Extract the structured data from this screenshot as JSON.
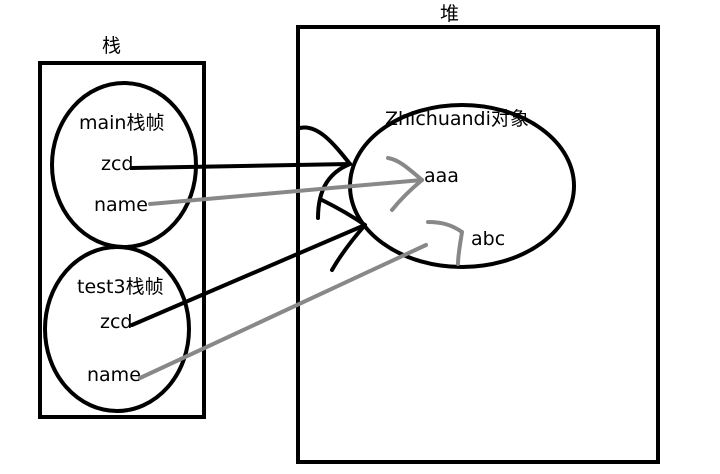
{
  "stack": {
    "title": "栈",
    "frames": [
      {
        "title": "main栈帧",
        "vars": [
          "zcd",
          "name"
        ]
      },
      {
        "title": "test3栈帧",
        "vars": [
          "zcd",
          "name"
        ]
      }
    ]
  },
  "heap": {
    "title": "堆",
    "object": {
      "title": "Zhichuandi对象",
      "fields": [
        "aaa",
        "abc"
      ]
    }
  },
  "colors": {
    "reference_arrow": "#000000",
    "value_arrow": "#888888"
  }
}
